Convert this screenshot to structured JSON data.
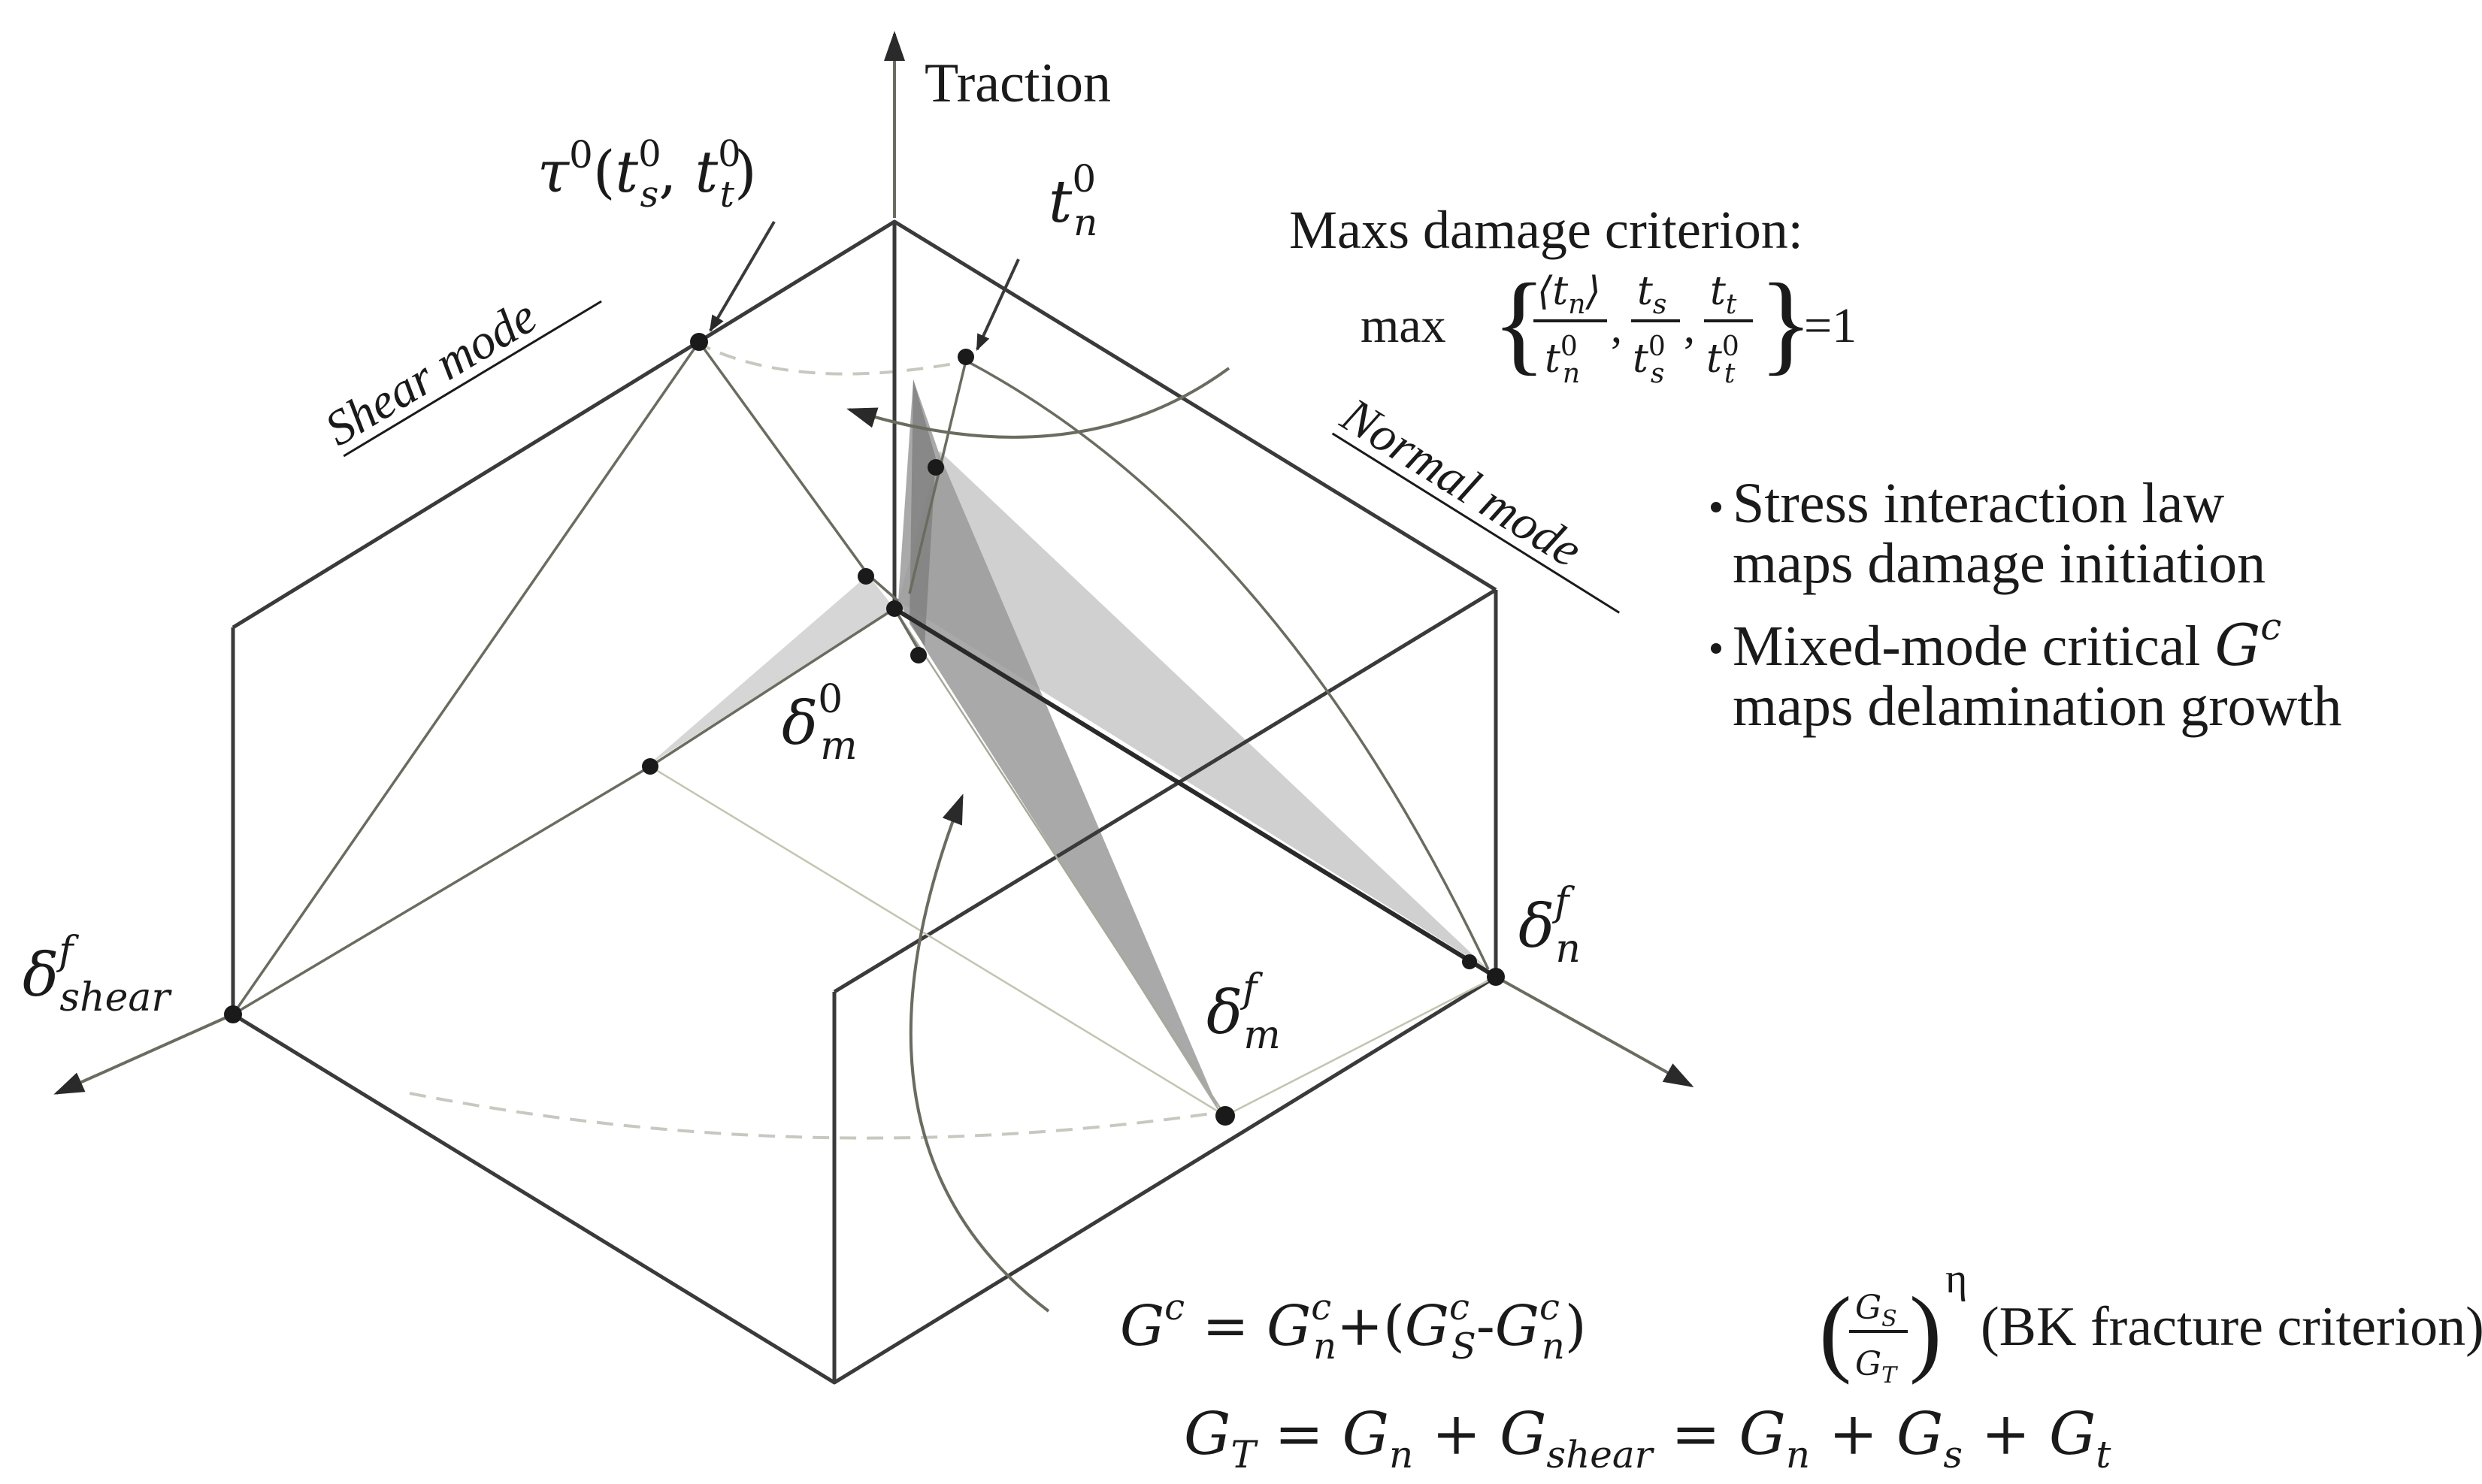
{
  "axis": {
    "vertical_label": "Traction"
  },
  "modes": {
    "shear": "Shear mode",
    "normal": "Normal mode"
  },
  "points": {
    "tau0_symbol": "τ",
    "tau0_sup": "0",
    "tau0_args_open": "(",
    "tau0_ts": "t",
    "tau0_ts_sub": "s",
    "tau0_ts_sup": "0",
    "tau0_comma": ", ",
    "tau0_tt": "t",
    "tau0_tt_sub": "t",
    "tau0_tt_sup": "0",
    "tau0_args_close": ")",
    "tn0": "t",
    "tn0_sub": "n",
    "tn0_sup": "0",
    "dm0": "δ",
    "dm0_sub": "m",
    "dm0_sup": "0",
    "dshear": "δ",
    "dshear_sub": "shear",
    "dshear_sup": "f",
    "dmf": "δ",
    "dmf_sub": "m",
    "dmf_sup": "f",
    "dnf": "δ",
    "dnf_sub": "n",
    "dnf_sup": "f"
  },
  "criterion": {
    "title": "Maxs damage criterion:",
    "max": "max",
    "f1_num": "⟨t",
    "f1_num_sub": "n",
    "f1_num_close": "⟩",
    "f1_den": "t",
    "f1_den_sub": "n",
    "f1_den_sup": "0",
    "f2_num": "t",
    "f2_num_sub": "s",
    "f2_den": "t",
    "f2_den_sub": "s",
    "f2_den_sup": "0",
    "f3_num": "t",
    "f3_num_sub": "t",
    "f3_den": "t",
    "f3_den_sub": "t",
    "f3_den_sup": "0",
    "equals": "=1"
  },
  "bullets": [
    {
      "line1": "Stress interaction law",
      "line2": "maps damage initiation"
    },
    {
      "line1": "Mixed-mode critical ",
      "line1_sym": "G",
      "line1_sup": "c",
      "line2": "maps delamination growth"
    }
  ],
  "bk": {
    "lhs": "G",
    "lhs_sup": "c",
    "eq": " = ",
    "gn": "G",
    "gn_sup": "c",
    "gn_sub": "n",
    "plus_open": "+(",
    "gs": "G",
    "gs_sup": "c",
    "gs_sub": "S",
    "minus": "-",
    "gn2": "G",
    "gn2_sup": "c",
    "gn2_sub": "n",
    "close": ")",
    "frac_num": "G",
    "frac_num_sub": "S",
    "frac_den": "G",
    "frac_den_sub": "T",
    "exp": "η",
    "label": "(BK fracture criterion)"
  },
  "total": {
    "gt": "G",
    "gt_sub": "T",
    "eq1": " = ",
    "gn": "G",
    "gn_sub": "n",
    "plus1": "  + ",
    "gshear": "G",
    "gshear_sub": "shear",
    "eq2": " = ",
    "gn2": "G",
    "gn2_sub": "n",
    "plus2": "  + ",
    "gs": "G",
    "gs_sub": "s",
    "plus3": " + ",
    "gt2": "G",
    "gt2_sub": "t"
  },
  "colors": {
    "line": "#3a3a3a",
    "thin_line": "#6b6b60",
    "shade_light": "#cfcfcf",
    "shade_mid": "#a9a9a9",
    "shade_dark": "#8a8a8a",
    "dashed": "#c8c8c0"
  }
}
